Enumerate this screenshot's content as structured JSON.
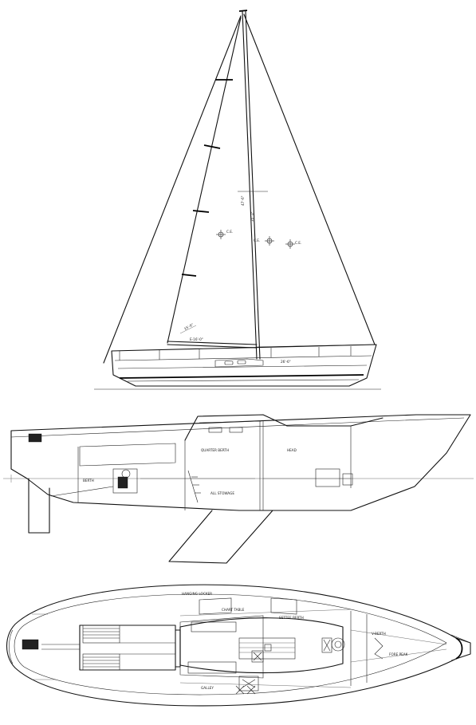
{
  "sail_plan": {
    "mast_note": "47'-6\"",
    "mast_note_2": "35'-3\"",
    "ce_main": "C.E.",
    "ce_total": "C.E.",
    "ce_jib": "C.E.",
    "boom_note": "15'-6\"",
    "foot_note": "E-16'-0\"",
    "sheer_note": "26'-6\""
  },
  "profile": {
    "note_stowage": "ALL STOWAGE",
    "note_berth": "BERTH",
    "note_quarter": "QUARTER BERTH",
    "note_head": "HEAD"
  },
  "plan": {
    "note_chart": "CHART TABLE",
    "note_galley": "GALLEY",
    "note_settee": "SETTEE BERTH",
    "note_forepeak": "FORE PEAK",
    "note_vberth": "V-BERTH",
    "note_hanging": "HANGING LOCKER"
  }
}
